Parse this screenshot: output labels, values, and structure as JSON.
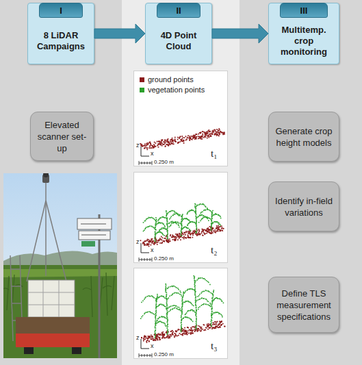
{
  "diagram": {
    "nodes": [
      {
        "text": [
          "I",
          "8 LiDAR Campaigns"
        ]
      },
      {
        "text": [
          "II",
          "4D Point Cloud"
        ]
      },
      {
        "text": [
          "III",
          "Multitemp. crop monitoring"
        ]
      },
      {
        "text": [
          "Elevated scanner set-up"
        ]
      },
      {
        "text": [
          "Generate crop height models"
        ]
      },
      {
        "text": [
          "Identify in-field variations"
        ]
      },
      {
        "text": [
          "Define TLS measurement specifications"
        ]
      },
      {
        "text": [
          "z",
          "x",
          "0.250 m",
          "t₁"
        ]
      },
      {
        "text": [
          "z",
          "x",
          "0.250 m",
          "t₂"
        ]
      },
      {
        "text": [
          "z",
          "x",
          "0.250 m",
          "t₃"
        ]
      }
    ],
    "edges": [
      {
        "from": 0,
        "to": 1,
        "arrow": "to"
      },
      {
        "from": 1,
        "to": 2,
        "arrow": "to"
      }
    ],
    "legend": [
      {
        "text": "ground points",
        "color": "#8b1a1a"
      },
      {
        "text": "vegetation points",
        "color": "#2ca02c"
      }
    ]
  }
}
